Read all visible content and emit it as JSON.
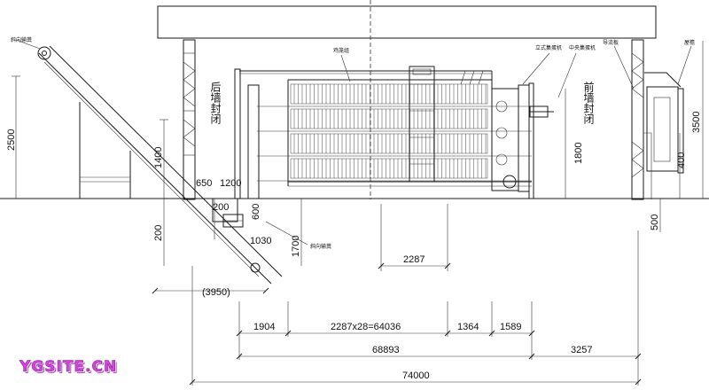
{
  "diagram": {
    "labels": {
      "incline_conveyor_top": "斜向输粪",
      "incline_conveyor_bottom": "斜向输粪",
      "rear_wall_vertical": "后墙封闭",
      "front_wall_vertical": "前墙封闭",
      "cage_group": "鸡笼组",
      "vertical_egg_collector": "立式集蛋机",
      "central_egg_collector": "中央集蛋机",
      "guide_frame": "导流板",
      "eave": "屋檐"
    },
    "dimensions": {
      "left_height": "2500",
      "conveyor_height": "1400",
      "d_650": "650",
      "d_1200": "1200",
      "d_200_a": "200",
      "d_600": "600",
      "d_200_b": "200",
      "d_1030": "1030",
      "d_1700": "1700",
      "d_3950": "(3950)",
      "d_2287": "2287",
      "d_1800": "1800",
      "right_height": "3500",
      "d_400": "400",
      "d_500": "500",
      "seg_1904": "1904",
      "seg_cages": "2287x28=64036",
      "seg_1364": "1364",
      "seg_1589": "1589",
      "total_68893": "68893",
      "seg_3257": "3257",
      "total_74000": "74000"
    },
    "watermark": "YGSITE.CN"
  }
}
